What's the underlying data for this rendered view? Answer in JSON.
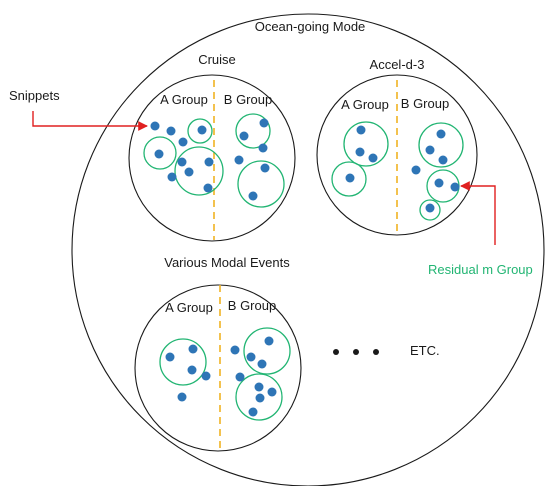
{
  "title": "Ocean-going Mode",
  "annotations": {
    "snippets": "Snippets",
    "residual": "Residual m Group",
    "etc": "ETC."
  },
  "modes": [
    {
      "name": "Cruise",
      "group_a": "A Group",
      "group_b": "B Group"
    },
    {
      "name": "Accel-d-3",
      "group_a": "A Group",
      "group_b": "B Group"
    },
    {
      "name": "Various Modal Events",
      "group_a": "A Group",
      "group_b": "B Group"
    }
  ],
  "colors": {
    "outline": "#1a1a1a",
    "dot": "#2e75b6",
    "cluster": "#22b573",
    "divider": "#f0b323",
    "arrow": "#e02020",
    "residual_label": "#22b573"
  }
}
